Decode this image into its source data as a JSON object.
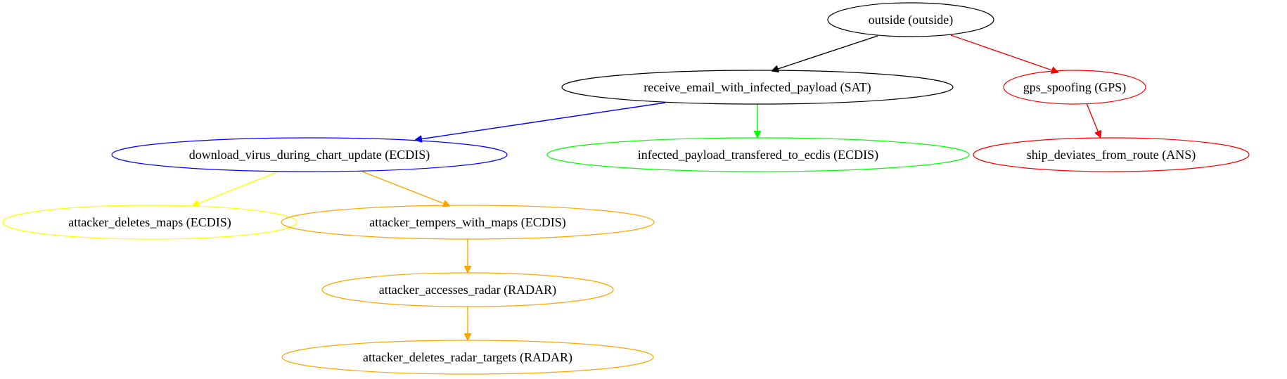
{
  "diagram": {
    "type": "directed-graph",
    "nodes": [
      {
        "id": "outside",
        "label": "outside (outside)",
        "color": "#000000"
      },
      {
        "id": "receive",
        "label": "receive_email_with_infected_payload (SAT)",
        "color": "#000000"
      },
      {
        "id": "gps",
        "label": "gps_spoofing (GPS)",
        "color": "#ff0000"
      },
      {
        "id": "download",
        "label": "download_virus_during_chart_update (ECDIS)",
        "color": "#0000ff"
      },
      {
        "id": "infected",
        "label": "infected_payload_transfered_to_ecdis (ECDIS)",
        "color": "#00ff00"
      },
      {
        "id": "deviates",
        "label": "ship_deviates_from_route (ANS)",
        "color": "#ff0000"
      },
      {
        "id": "deletes_maps",
        "label": "attacker_deletes_maps (ECDIS)",
        "color": "#ffff00"
      },
      {
        "id": "tempers",
        "label": "attacker_tempers_with_maps (ECDIS)",
        "color": "#ffa500"
      },
      {
        "id": "radar",
        "label": "attacker_accesses_radar (RADAR)",
        "color": "#ffa500"
      },
      {
        "id": "targets",
        "label": "attacker_deletes_radar_targets (RADAR)",
        "color": "#ffa500"
      }
    ],
    "edges": [
      {
        "from": "outside",
        "to": "receive",
        "color": "#000000"
      },
      {
        "from": "outside",
        "to": "gps",
        "color": "#ff0000"
      },
      {
        "from": "receive",
        "to": "download",
        "color": "#0000ff"
      },
      {
        "from": "receive",
        "to": "infected",
        "color": "#00ff00"
      },
      {
        "from": "gps",
        "to": "deviates",
        "color": "#ff0000"
      },
      {
        "from": "download",
        "to": "deletes_maps",
        "color": "#ffff00"
      },
      {
        "from": "download",
        "to": "tempers",
        "color": "#ffa500"
      },
      {
        "from": "tempers",
        "to": "radar",
        "color": "#ffa500"
      },
      {
        "from": "radar",
        "to": "targets",
        "color": "#ffa500"
      }
    ]
  }
}
